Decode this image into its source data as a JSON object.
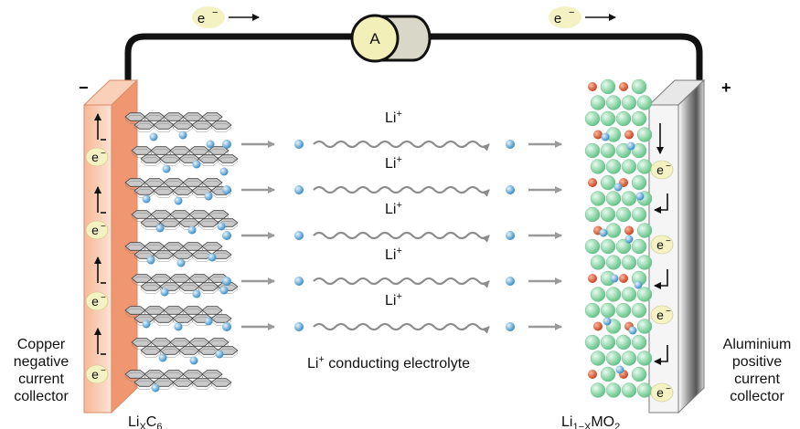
{
  "ammeter": {
    "label": "A"
  },
  "electron": {
    "symbol": "e",
    "sup": "−"
  },
  "terminals": {
    "negative": "−",
    "positive": "+"
  },
  "lithium_ion": {
    "symbol": "Li",
    "sup": "+"
  },
  "electrolyte": {
    "label_main": "Li",
    "label_sup": "+",
    "label_rest": " conducting electrolyte"
  },
  "negative_collector": {
    "lines": [
      "Copper",
      "negative",
      "current",
      "collector"
    ]
  },
  "positive_collector": {
    "lines": [
      "Aluminium",
      "positive",
      "current",
      "collector"
    ]
  },
  "anode": {
    "formula_a": "Li",
    "sub_a": "X",
    "formula_b": "C",
    "sub_b": "6"
  },
  "cathode": {
    "formula_a": "Li",
    "sub_a": "1−X",
    "formula_b": "MO",
    "sub_b": "2"
  },
  "colors": {
    "wire": "#111111",
    "copper": "#f4a07a",
    "aluminium": "#9c9c9c",
    "graphite": "#c9c9c9",
    "ion": "#4a9fd4",
    "electron_bubble": "#f4f2c2",
    "ammeter": "#f3efb8",
    "oxygen": "#8fd9a8",
    "metal": "#d9552e",
    "arrow": "#9a9a9a"
  }
}
